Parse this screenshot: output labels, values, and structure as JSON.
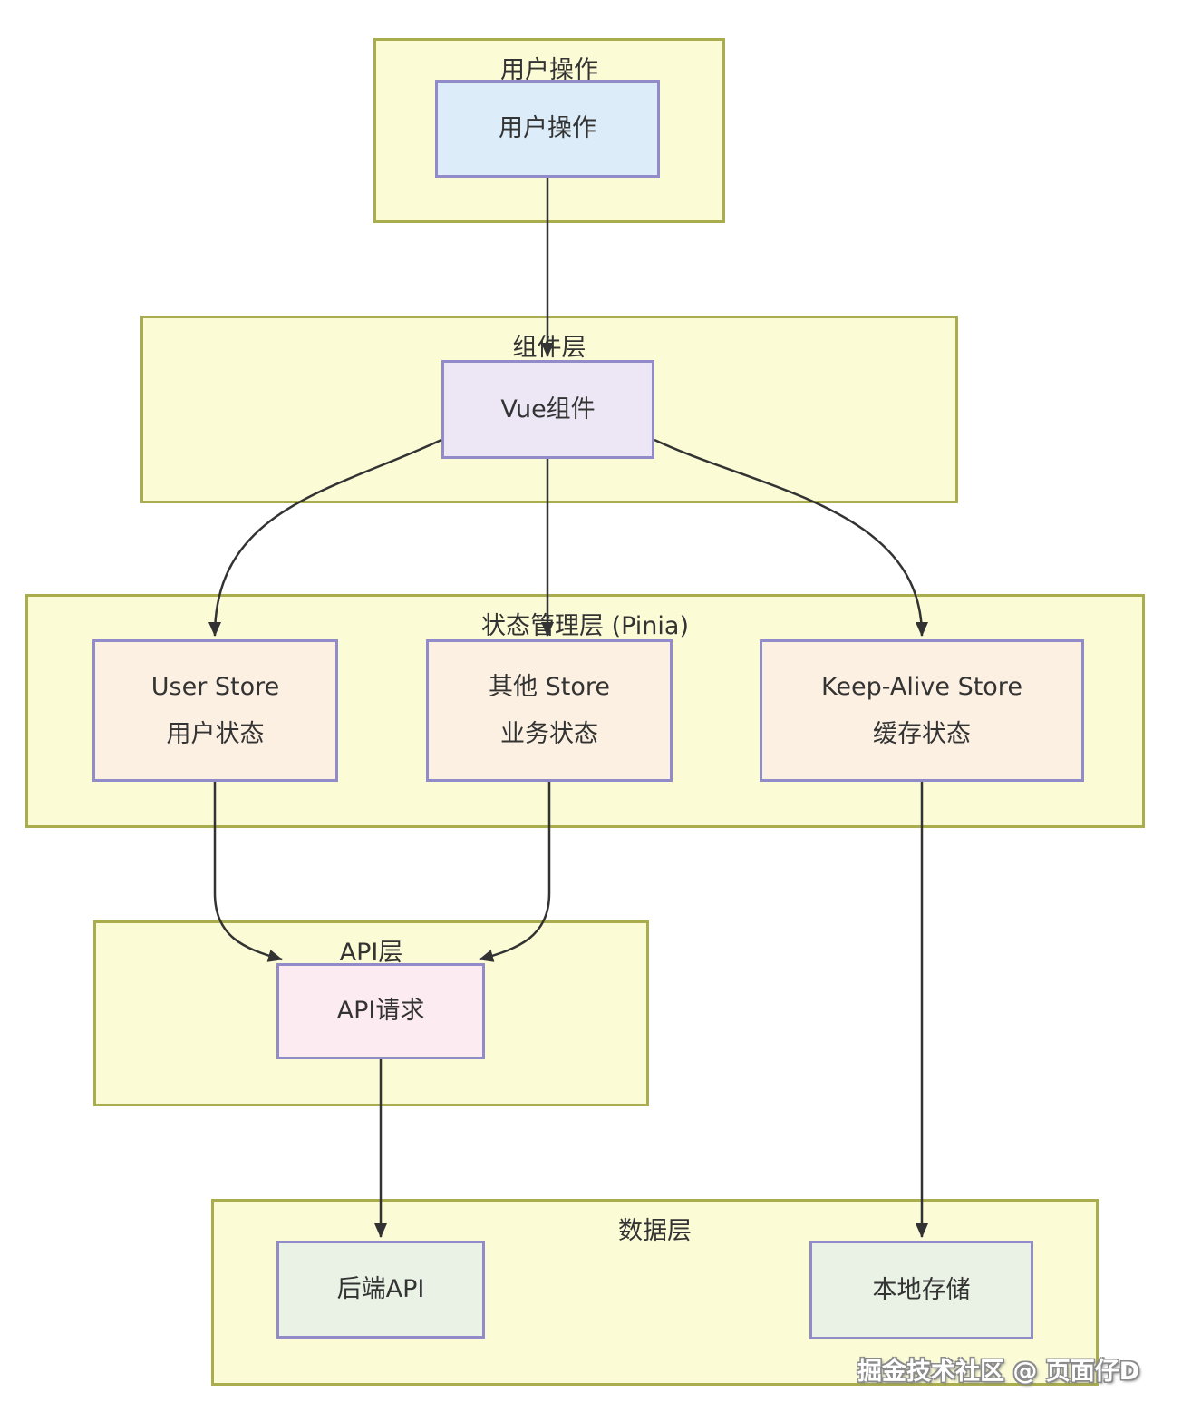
{
  "layers": {
    "user_action": {
      "title": "用户操作",
      "node": "用户操作"
    },
    "component": {
      "title": "组件层",
      "node": "Vue组件"
    },
    "state": {
      "title": "状态管理层 (Pinia)",
      "nodes": [
        {
          "en": "User Store",
          "zh": "用户状态"
        },
        {
          "en": "其他 Store",
          "zh": "业务状态"
        },
        {
          "en": "Keep-Alive Store",
          "zh": "缓存状态"
        }
      ]
    },
    "api": {
      "title": "API层",
      "node": "API请求"
    },
    "data": {
      "title": "数据层",
      "nodes": [
        {
          "label": "后端API"
        },
        {
          "label": "本地存储"
        }
      ]
    }
  },
  "watermark": "掘金技术社区 @ 页面仔D",
  "colors": {
    "cluster_fill": "#fbfbd6",
    "cluster_border": "#a9ad4e",
    "node_border": "#928bc9",
    "user_action_fill": "#dcedf9",
    "component_fill": "#ede7f5",
    "store_fill": "#fcf0e2",
    "api_fill": "#fcebf0",
    "data_fill": "#e9f2e5",
    "edge": "#333333",
    "text": "#333333"
  }
}
